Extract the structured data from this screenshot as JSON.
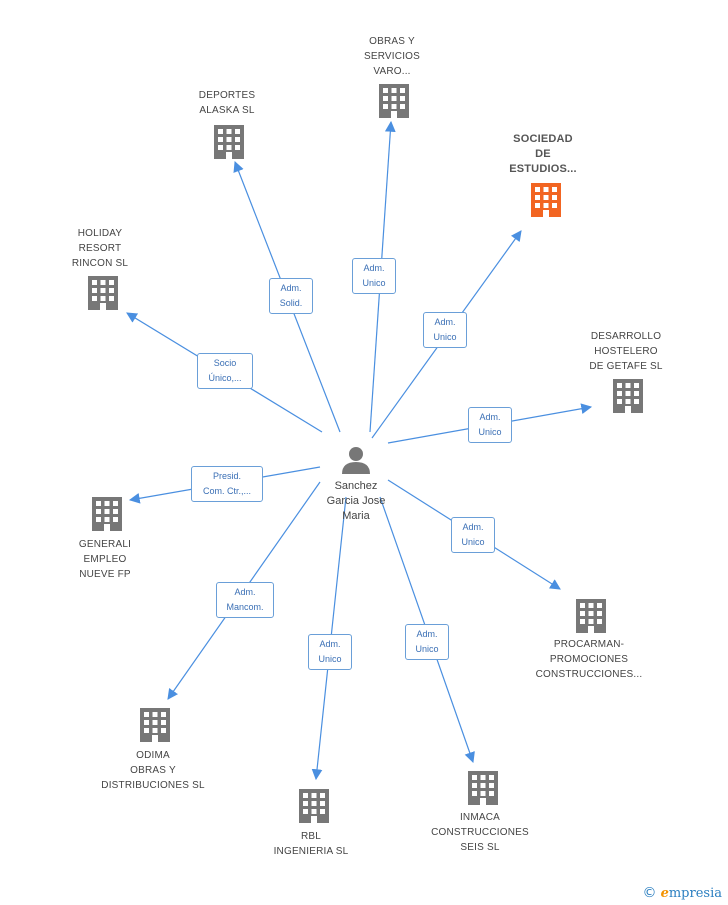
{
  "colors": {
    "edge": "#4a8fe0",
    "building": "#777777",
    "building_highlight": "#f26522",
    "person": "#777777",
    "box_border": "#6a9fd8",
    "box_text": "#3a6fb5"
  },
  "person": {
    "name": "Sanchez\nGarcia Jose\nMaria",
    "icon": "person-icon"
  },
  "companies": [
    {
      "key": "obras-y-servicios-varo",
      "label": "OBRAS Y\nSERVICIOS\nVARO...",
      "relation": "Adm.\nUnico",
      "highlight": false,
      "icon": "building-icon"
    },
    {
      "key": "deportes-alaska",
      "label": "DEPORTES\nALASKA  SL",
      "relation": "Adm.\nSolid.",
      "highlight": false,
      "icon": "building-icon"
    },
    {
      "key": "sociedad-de-estudios",
      "label": "SOCIEDAD\nDE\nESTUDIOS...",
      "relation": "Adm.\nUnico",
      "highlight": true,
      "icon": "building-icon"
    },
    {
      "key": "holiday-resort-rincon",
      "label": "HOLIDAY\nRESORT\nRINCON SL",
      "relation": "Socio\nÚnico,...",
      "highlight": false,
      "icon": "building-icon"
    },
    {
      "key": "desarrollo-hostelero-getafe",
      "label": "DESARROLLO\nHOSTELERO\nDE GETAFE SL",
      "relation": "Adm.\nUnico",
      "highlight": false,
      "icon": "building-icon"
    },
    {
      "key": "generali-empleo-nueve",
      "label": "GENERALI\nEMPLEO\nNUEVE FP",
      "relation": "Presid.\nCom. Ctr.,...",
      "highlight": false,
      "icon": "building-icon"
    },
    {
      "key": "procarman",
      "label": "PROCARMAN-\nPROMOCIONES\nCONSTRUCCIONES...",
      "relation": "Adm.\nUnico",
      "highlight": false,
      "icon": "building-icon"
    },
    {
      "key": "odima",
      "label": "ODIMA\nOBRAS Y\nDISTRIBUCIONES SL",
      "relation": "Adm.\nMancom.",
      "highlight": false,
      "icon": "building-icon"
    },
    {
      "key": "rbl-ingenieria",
      "label": "RBL\nINGENIERIA  SL",
      "relation": "Adm.\nUnico",
      "highlight": false,
      "icon": "building-icon"
    },
    {
      "key": "inmaca-construcciones-seis",
      "label": "INMACA\nCONSTRUCCIONES\nSEIS SL",
      "relation": "Adm.\nUnico",
      "highlight": false,
      "icon": "building-icon"
    }
  ],
  "footer": {
    "copyright_symbol": "©",
    "brand_initial": "e",
    "brand_rest": "mpresia"
  }
}
